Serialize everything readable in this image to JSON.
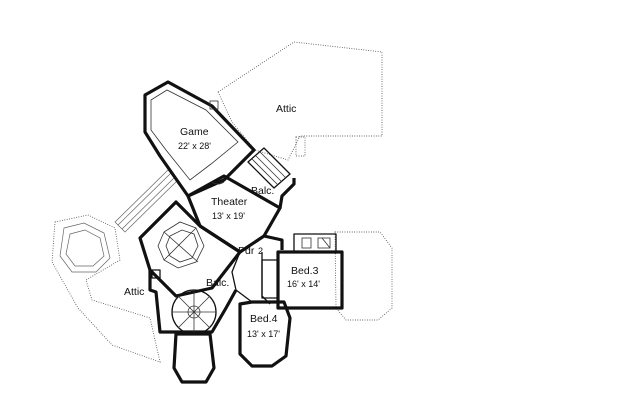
{
  "rooms": {
    "game": {
      "name": "Game",
      "size": "22' x 28'"
    },
    "theater": {
      "name": "Theater",
      "size": "13' x 19'"
    },
    "bed3": {
      "name": "Bed.3",
      "size": "16' x 14'"
    },
    "bed4": {
      "name": "Bed.4",
      "size": "13' x 17'"
    },
    "attic_top": {
      "name": "Attic"
    },
    "attic_left": {
      "name": "Attic"
    },
    "balc_upper": {
      "name": "Balc."
    },
    "balc_lower": {
      "name": "Balc."
    },
    "powder": {
      "name": "Pdr"
    },
    "bath_mark": {
      "name": "2"
    }
  }
}
